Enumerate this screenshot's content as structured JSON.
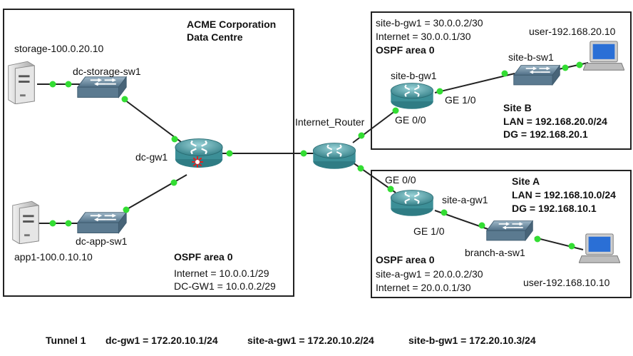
{
  "dc": {
    "title_line1": "ACME Corporation",
    "title_line2": "Data Centre",
    "ospf": "OSPF area 0",
    "internet_ip": "Internet = 10.0.0.1/29",
    "gw_ip": "DC-GW1 = 10.0.0.2/29"
  },
  "site_b": {
    "gw_ip": "site-b-gw1 = 30.0.0.2/30",
    "internet_ip": "Internet = 30.0.0.1/30",
    "ospf": "OSPF area 0",
    "site_name": "Site B",
    "lan": "LAN = 192.168.20.0/24",
    "dg": "DG = 192.168.20.1"
  },
  "site_a": {
    "site_name": "Site A",
    "lan": "LAN = 192.168.10.0/24",
    "dg": "DG = 192.168.10.1",
    "ospf": "OSPF area 0",
    "gw_ip": "site-a-gw1 = 20.0.0.2/30",
    "internet_ip": "Internet = 20.0.0.1/30"
  },
  "devices": {
    "storage_server": "storage-100.0.20.10",
    "dc_storage_sw": "dc-storage-sw1",
    "dc_gw": "dc-gw1",
    "app_server": "app1-100.0.10.10",
    "dc_app_sw": "dc-app-sw1",
    "internet_router": "Internet_Router",
    "site_b_gw": "site-b-gw1",
    "site_b_sw": "site-b-sw1",
    "user_b": "user-192.168.20.10",
    "site_a_gw": "site-a-gw1",
    "branch_a_sw": "branch-a-sw1",
    "user_a": "user-192.168.10.10"
  },
  "interfaces": {
    "b_ge10": "GE 1/0",
    "b_ge00": "GE 0/0",
    "a_ge00": "GE 0/0",
    "a_ge10": "GE 1/0"
  },
  "tunnel": {
    "label": "Tunnel 1",
    "dc": "dc-gw1 = 172.20.10.1/24",
    "site_a": "site-a-gw1 = 172.20.10.2/24",
    "site_b": "site-b-gw1 = 172.20.10.3/24"
  },
  "colors": {
    "link": "#222222",
    "port_dot": "#33dd33",
    "router": "#3f8f96",
    "router_top": "#7cc3c9",
    "switch": "#6f8fa6",
    "server": "#d8d8d8",
    "laptop_screen": "#2a6fd6"
  }
}
